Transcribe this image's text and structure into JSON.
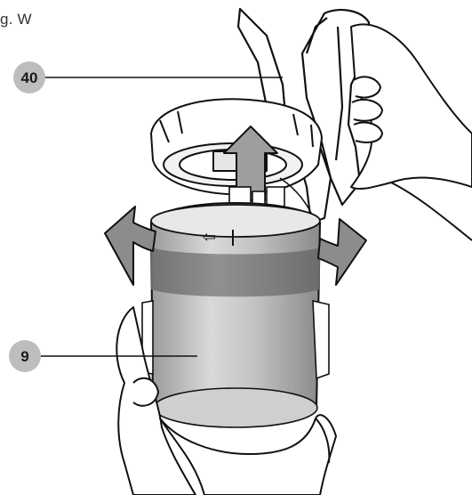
{
  "figure": {
    "caption": "g. W",
    "callouts": [
      {
        "id": "dust-bin-lid",
        "label": "40"
      },
      {
        "id": "dust-bin",
        "label": "9"
      }
    ],
    "arrow_glyph": "⇦",
    "colors": {
      "line": "#111111",
      "callout_fill": "#bdbdbd",
      "rotate_arrow": "#8c8c8c",
      "lift_arrow": "#9e9e9e",
      "bin_shadow": "#7f7f7f",
      "bin_light": "#d8d8d8"
    }
  }
}
